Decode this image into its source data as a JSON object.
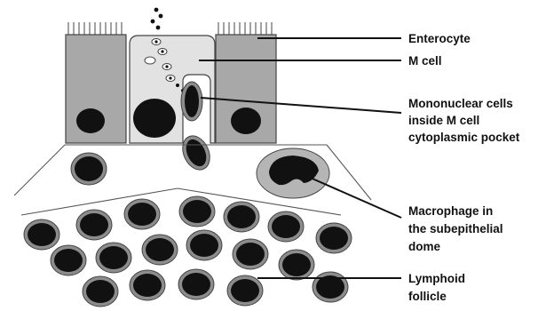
{
  "labels": {
    "enterocyte": "Enterocyte",
    "m_cell": "M cell",
    "mononuclear_line1": "Mononuclear cells",
    "mononuclear_line2": "inside M cell",
    "mononuclear_line3": "cytoplasmic pocket",
    "macrophage_line1": "Macrophage in",
    "macrophage_line2": "the subepithelial",
    "macrophage_line3": "dome",
    "lymphoid_line1": "Lymphoid",
    "lymphoid_line2": "follicle"
  },
  "colors": {
    "enterocyte_fill": "#a8a8a8",
    "m_cell_fill": "#e2e2e2",
    "nucleus": "#111111",
    "cell_ring": "#8c8c8c",
    "outline": "#444444",
    "dome_fill": "#b5b5b5"
  }
}
